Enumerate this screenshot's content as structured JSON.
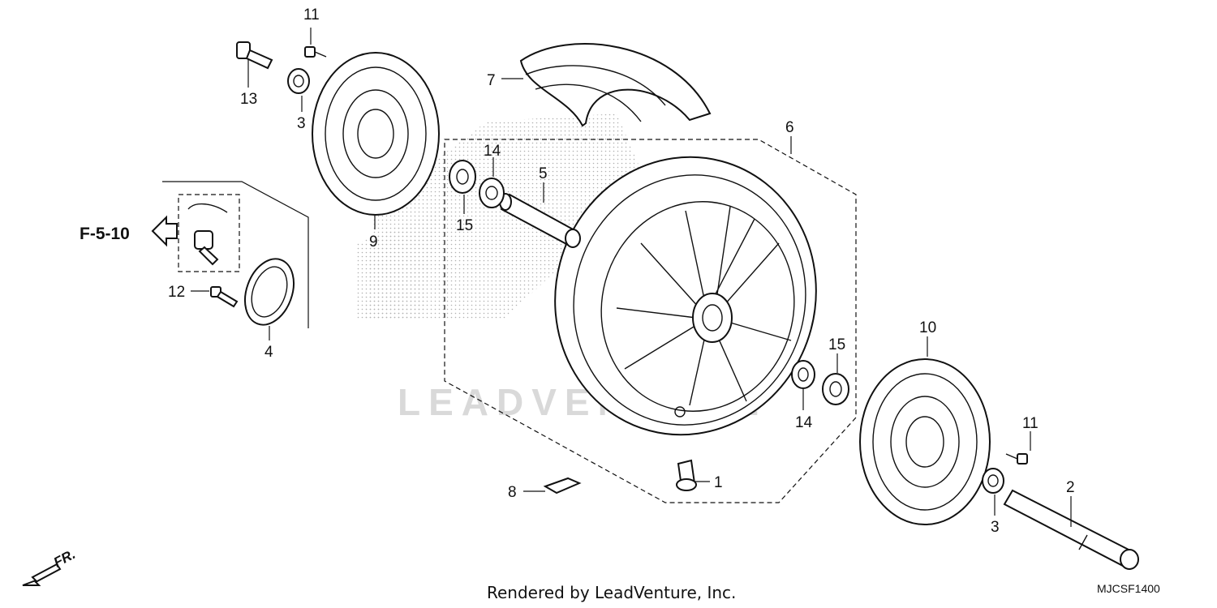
{
  "diagram": {
    "reference_label": "F-5-10",
    "direction_label": "FR.",
    "watermark": "LEADVENTURE",
    "footer_text": "Rendered by LeadVenture, Inc.",
    "diagram_code": "MJCSF1400",
    "callouts": {
      "c1": "1",
      "c2": "2",
      "c3a": "3",
      "c3b": "3",
      "c4": "4",
      "c5": "5",
      "c6": "6",
      "c7": "7",
      "c8": "8",
      "c9": "9",
      "c10": "10",
      "c11a": "11",
      "c11b": "11",
      "c12": "12",
      "c13": "13",
      "c14a": "14",
      "c14b": "14",
      "c15a": "15",
      "c15b": "15"
    }
  },
  "colors": {
    "line": "#111111",
    "watermark": "#d9d9d9",
    "background": "#ffffff"
  }
}
